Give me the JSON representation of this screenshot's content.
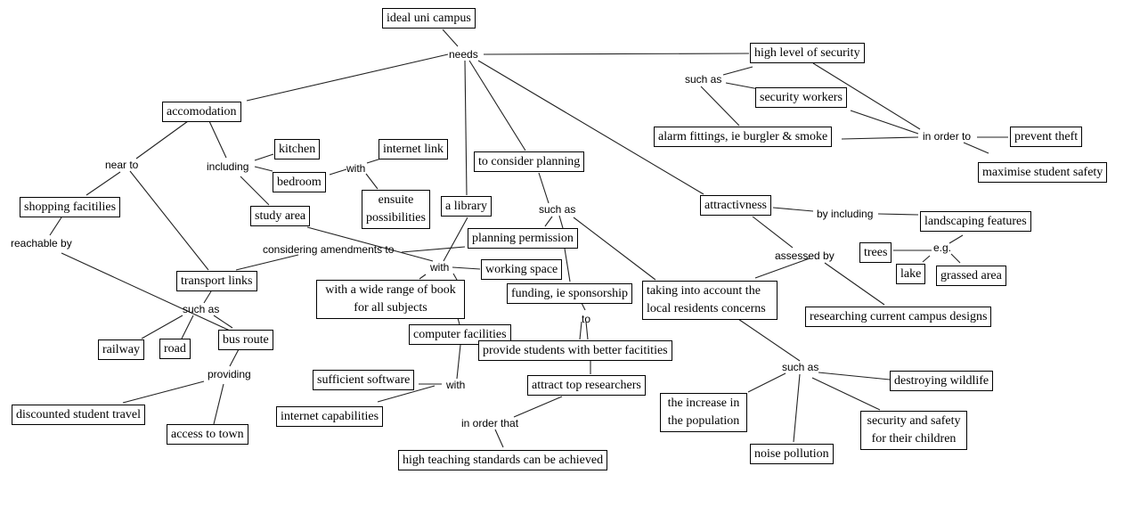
{
  "diagram": {
    "type": "concept-map",
    "root": "ideal uni campus",
    "nodes": {
      "ideal_uni_campus": "ideal uni campus",
      "accomodation": "accomodation",
      "kitchen": "kitchen",
      "bedroom": "bedroom",
      "internet_link": "internet link",
      "ensuite_line1": "ensuite",
      "ensuite_line2": "possibilities",
      "study_area": "study area",
      "shopping_facilities": "shopping facitilies",
      "transport_links": "transport links",
      "railway": "railway",
      "road": "road",
      "bus_route": "bus route",
      "discounted_student_travel": "discounted student travel",
      "access_to_town": "access to town",
      "a_library": "a library",
      "wide_range_line1": "with a wide range of book",
      "wide_range_line2": "for all subjects",
      "working_space": "working space",
      "computer_facilities": "computer facilities",
      "sufficient_software": "sufficient software",
      "internet_capabilities": "internet capabilities",
      "to_consider_planning": "to consider planning",
      "planning_permission": "planning permission",
      "funding": "funding, ie sponsorship",
      "provide_students": "provide students with better facitities",
      "attract_researchers": "attract top researchers",
      "high_teaching": "high teaching standards can be achieved",
      "high_security": "high level of security",
      "security_workers": "security workers",
      "alarm_fittings": "alarm fittings, ie burgler & smoke",
      "prevent_theft": "prevent theft",
      "maximise_safety": "maximise student safety",
      "attractivness": "attractivness",
      "landscaping": "landscaping features",
      "trees": "trees",
      "lake": "lake",
      "grassed_area": "grassed area",
      "researching_designs": "researching current campus designs",
      "local_concerns_line1": "taking into account the",
      "local_concerns_line2": "local residents concerns",
      "population_line1": "the increase in",
      "population_line2": "the population",
      "noise_pollution": "noise pollution",
      "destroying_wildlife": "destroying wildlife",
      "children_safety_line1": "security and safety",
      "children_safety_line2": "for their children"
    },
    "links": {
      "needs": "needs",
      "near_to": "near to",
      "including": "including",
      "with_bedroom": "with",
      "reachable_by": "reachable by",
      "such_as_transport": "such as",
      "providing": "providing",
      "considering_amendments": "considering amendments to",
      "with_library": "with",
      "with_computer": "with",
      "such_as_planning": "such as",
      "to": "to",
      "in_order_that": "in order that",
      "such_as_security": "such as",
      "in_order_to": "in order to",
      "by_including": "by including",
      "eg": "e.g.",
      "assessed_by": "assessed by",
      "such_as_concerns": "such as"
    }
  }
}
